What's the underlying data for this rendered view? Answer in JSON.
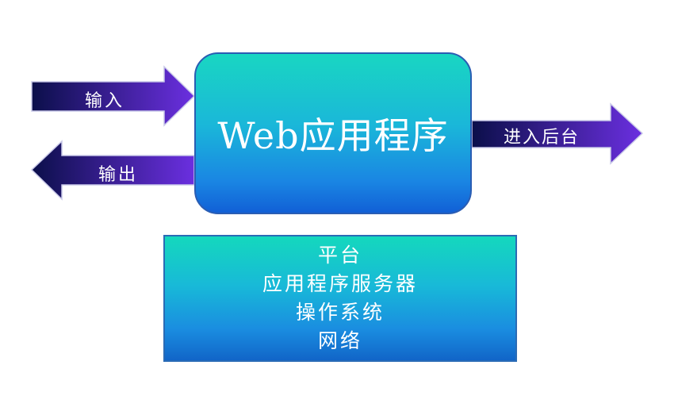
{
  "diagram": {
    "main_box": {
      "title": "Web应用程序"
    },
    "arrows": {
      "input": {
        "label": "输入"
      },
      "output": {
        "label": "输出"
      },
      "backend": {
        "label": "进入后台"
      }
    },
    "platform_box": {
      "lines": [
        "平台",
        "应用程序服务器",
        "操作系统",
        "网络"
      ]
    },
    "colors": {
      "arrow_dark": "#0b0f4a",
      "arrow_light": "#6b2fe0",
      "box_top": "#19d6c2",
      "box_bottom": "#1160d6",
      "text": "#ffffff"
    }
  }
}
